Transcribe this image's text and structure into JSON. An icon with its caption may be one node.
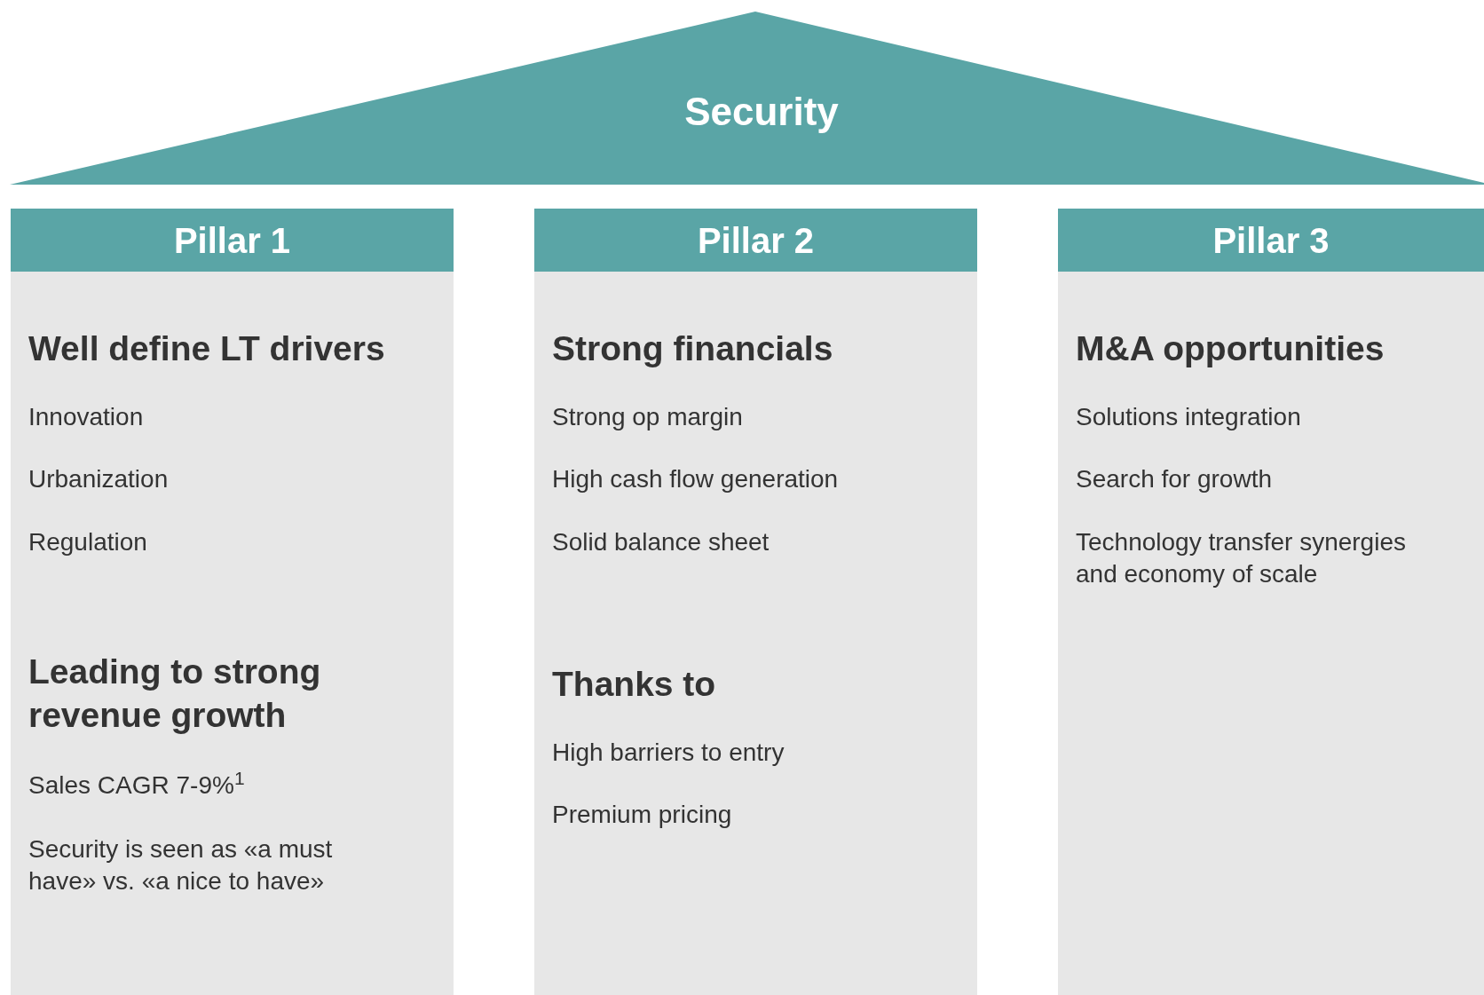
{
  "diagram": {
    "nodes": [
      {
        "text": [
          "Security"
        ]
      },
      {
        "text": [
          "Pillar 1",
          "Well define LT drivers",
          "Innovation",
          "Urbanization",
          "Regulation",
          "Leading to strong revenue growth",
          "Sales CAGR 7-9%$^{1}$",
          "Security is seen as «a must have» vs. «a nice to have»"
        ]
      },
      {
        "text": [
          "Pillar 2",
          "Strong financials",
          "Strong op margin",
          "High cash flow generation",
          "Solid balance sheet",
          "Thanks to",
          "High barriers to entry",
          "Premium pricing"
        ]
      },
      {
        "text": [
          "Pillar 3",
          "M&A opportunities",
          "Solutions integration",
          "Search for growth",
          "Technology transfer synergies and economy of scale"
        ]
      }
    ]
  }
}
